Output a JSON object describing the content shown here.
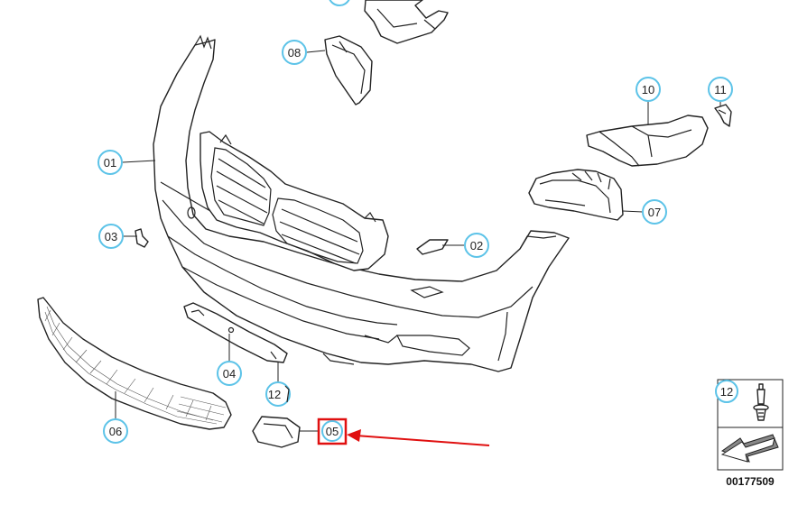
{
  "diagram_id": "00177509",
  "callouts": {
    "c01": "01",
    "c02": "02",
    "c03": "03",
    "c04": "04",
    "c05": "05",
    "c06": "06",
    "c07": "07",
    "c08": "08",
    "c10": "10",
    "c11": "11",
    "c12a": "12",
    "c12b": "12"
  },
  "colors": {
    "callout_ring": "#5cc3e8",
    "highlight": "#e01010",
    "line": "#222222"
  },
  "highlighted_part": "05"
}
